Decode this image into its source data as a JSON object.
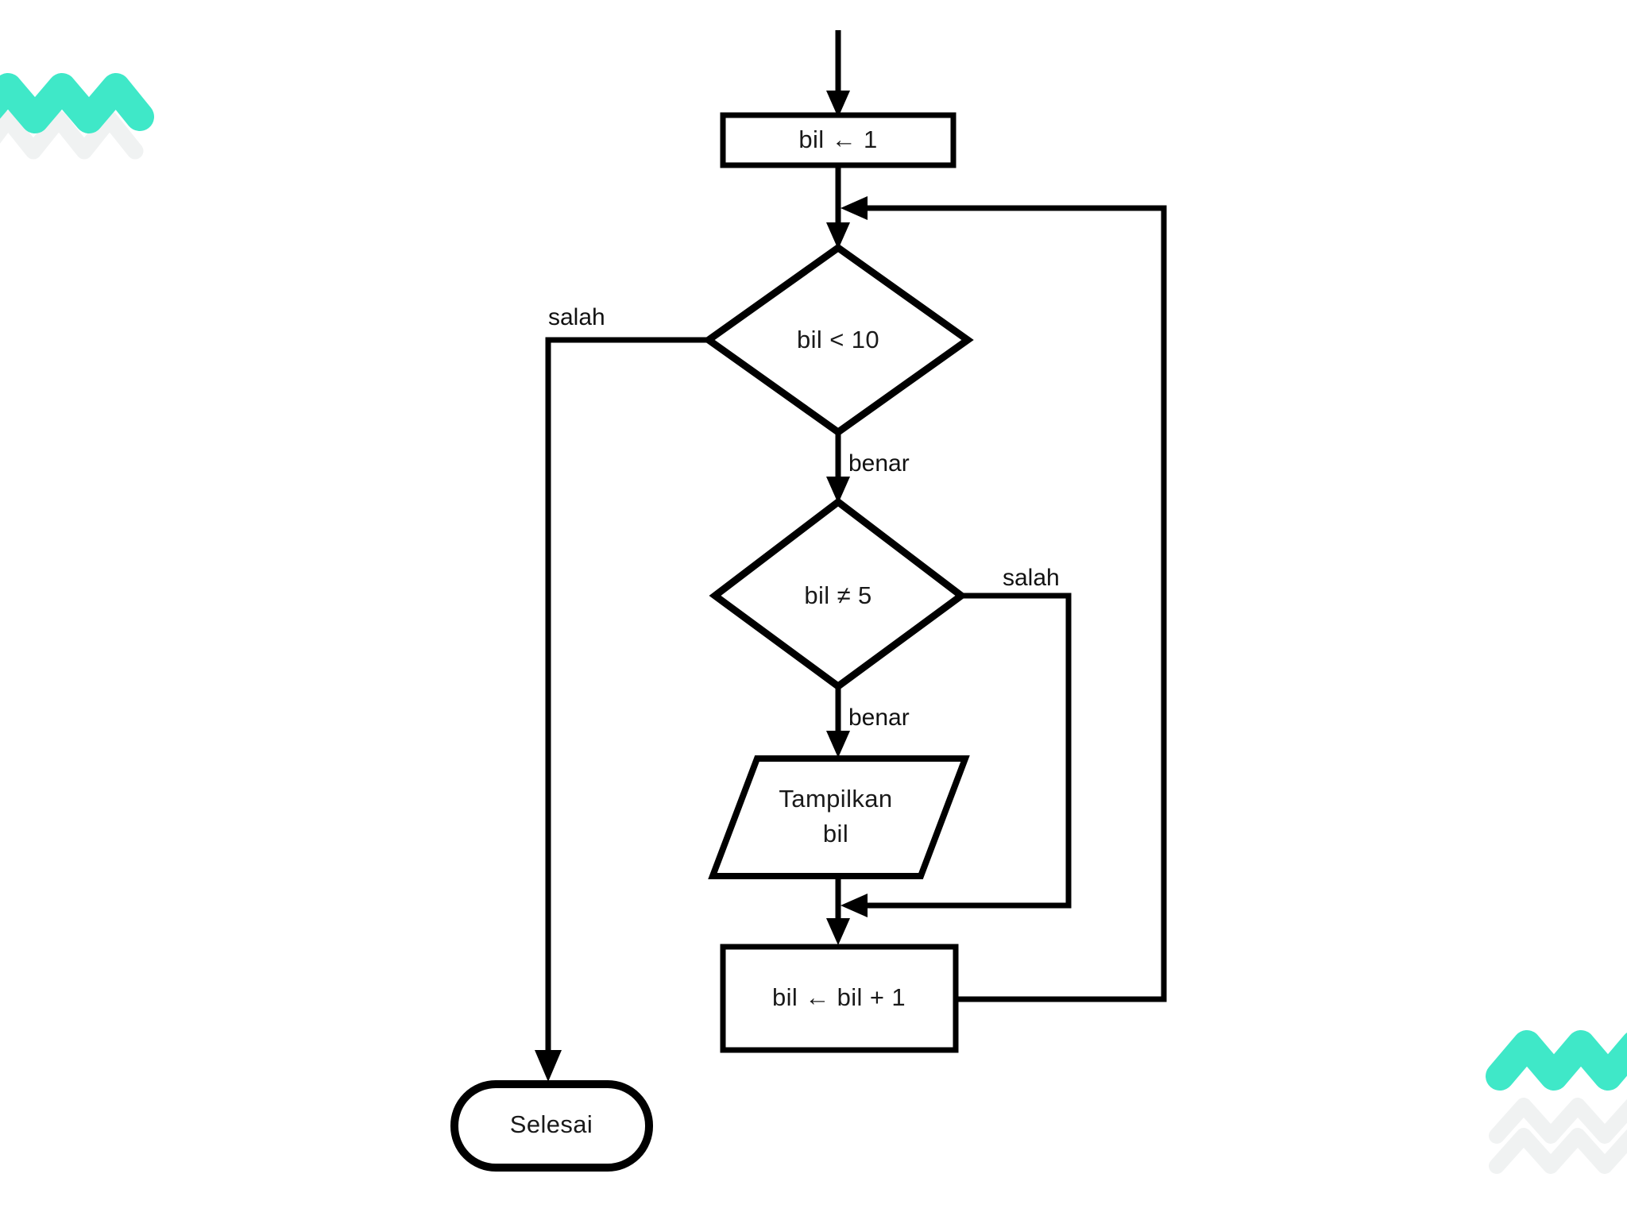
{
  "document": {
    "title": "Flowchart perulangan bil",
    "language": "id",
    "background_color": "#ffffff"
  },
  "theme": {
    "accent_color": "#3FE8C8",
    "ghost_color": "#F2F4F4",
    "line_color": "#000000",
    "text_color": "#1a1a1a"
  },
  "diagram": {
    "type": "flowchart",
    "nodes": [
      {
        "id": "init",
        "shape": "process",
        "text": "bil ← 1",
        "lines": [
          "bil ← 1"
        ]
      },
      {
        "id": "cond-loop",
        "shape": "decision",
        "text": "bil < 10",
        "lines": [
          "bil < 10"
        ]
      },
      {
        "id": "cond-skip",
        "shape": "decision",
        "text": "bil ≠ 5",
        "lines": [
          "bil ≠ 5"
        ]
      },
      {
        "id": "output",
        "shape": "input-output",
        "text": "Tampilkan bil",
        "lines": [
          "Tampilkan",
          "bil"
        ]
      },
      {
        "id": "increment",
        "shape": "process",
        "text": "bil ← bil + 1",
        "lines": [
          "bil ← bil + 1"
        ]
      },
      {
        "id": "end",
        "shape": "terminator",
        "text": "Selesai",
        "lines": [
          "Selesai"
        ]
      }
    ],
    "edge_labels": [
      {
        "id": "label-loop-false",
        "text": "salah",
        "from": "cond-loop",
        "to": "end"
      },
      {
        "id": "label-loop-true",
        "text": "benar",
        "from": "cond-loop",
        "to": "cond-skip"
      },
      {
        "id": "label-skip-false",
        "text": "salah",
        "from": "cond-skip",
        "to": "increment"
      },
      {
        "id": "label-skip-true",
        "text": "benar",
        "from": "cond-skip",
        "to": "output"
      }
    ]
  },
  "decorations": [
    {
      "id": "zigzag-top-left-ghost",
      "style": "outline",
      "position": "top-left"
    },
    {
      "id": "zigzag-top-left-accent",
      "style": "solid",
      "position": "top-left"
    },
    {
      "id": "zigzag-bottom-right-accent",
      "style": "solid",
      "position": "bottom-right"
    },
    {
      "id": "zigzag-bottom-right-ghost",
      "style": "outline",
      "position": "bottom-right"
    }
  ]
}
